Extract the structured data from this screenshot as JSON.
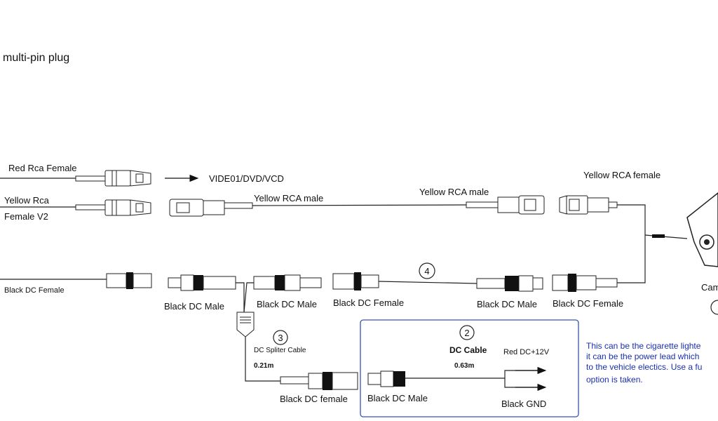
{
  "header": {
    "text": "multi-pin plug"
  },
  "labels": {
    "red_rca_female": "Red  Rca Female",
    "video_target": "VIDE01/DVD/VCD",
    "yellow_rca_line1": "Yellow Rca",
    "yellow_rca_line2": "Female V2",
    "yellow_rca_male_left": "Yellow RCA male",
    "yellow_rca_male_right": "Yellow RCA male",
    "yellow_rca_female_right": "Yellow RCA female",
    "black_dc_female_left": "Black DC Female",
    "black_dc_male_1": "Black DC Male",
    "black_dc_male_2": "Black DC Male",
    "black_dc_female_mid": "Black DC Female",
    "black_dc_male_right": "Black DC Male",
    "black_dc_female_right": "Black DC Female",
    "black_dc_female_bottom": "Black DC female",
    "black_dc_male_bottom": "Black DC Male",
    "camera_partial": "Cam",
    "splitter_num": "3",
    "splitter_title": "DC Spliter Cable",
    "splitter_len": "0.21m",
    "dc_cable_num": "2",
    "dc_cable_title": "DC Cable",
    "dc_cable_len": "0.63m",
    "red_dc": "Red DC+12V",
    "black_gnd": "Black GND",
    "item4_num": "4"
  },
  "note": {
    "line1": "This can be the cigarette lighte",
    "line2": "it can be the power lead which",
    "line3": "to the vehicle electics. Use a fu",
    "line4": "option is taken."
  },
  "colors": {
    "note_text": "#1a2fb0",
    "box_border": "#3a4fb8"
  }
}
